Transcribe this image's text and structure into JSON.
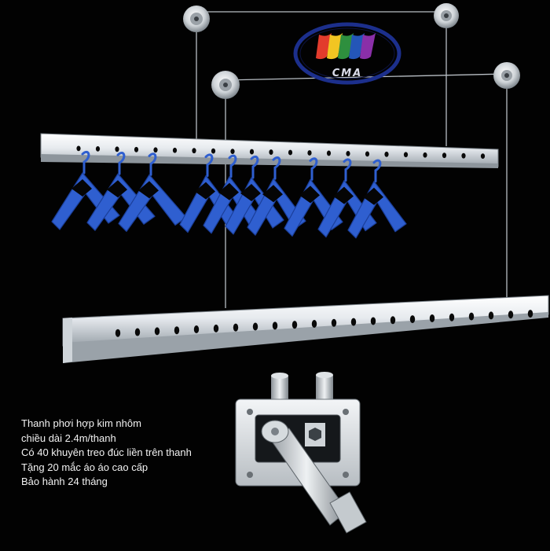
{
  "logo": {
    "text": "CMA",
    "accent_colors": [
      "#e23b2c",
      "#f2c522",
      "#2e8f3e",
      "#2456b8",
      "#8a2fa8"
    ],
    "ring_color": "#1c2f8c"
  },
  "features": [
    "Thanh phơi hợp kim nhôm",
    "chiều dài 2.4m/thanh",
    "Có 40 khuyên treo đúc liền trên thanh",
    "Tặng 20 mắc áo áo cao cấp",
    "Bảo hành 24 tháng"
  ],
  "colors": {
    "background": "#020202",
    "rail": "#e9edf0",
    "hanger": "#2f5fd0",
    "text": "#f2f2f2"
  }
}
